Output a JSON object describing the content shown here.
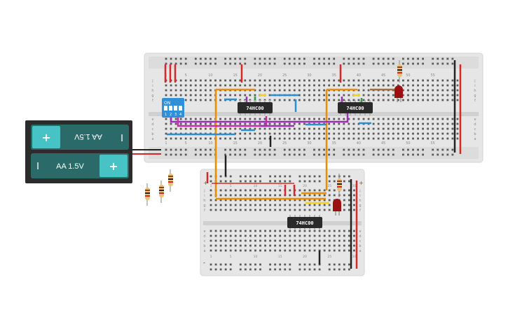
{
  "main_breadboard": {
    "column_numbers": [
      "1",
      "5",
      "10",
      "15",
      "20",
      "25",
      "30",
      "35",
      "40",
      "45",
      "50",
      "55"
    ],
    "row_letters_top": [
      "j",
      "i",
      "h",
      "g",
      "f"
    ],
    "row_letters_bottom": [
      "e",
      "d",
      "c",
      "b",
      "a"
    ]
  },
  "small_breadboard": {
    "column_numbers": [
      "1",
      "5",
      "10",
      "15",
      "20",
      "25",
      "30"
    ],
    "row_letters_top": [
      "j",
      "i",
      "h",
      "g",
      "f"
    ],
    "row_letters_bottom": [
      "e",
      "d",
      "c",
      "b",
      "a"
    ]
  },
  "chips": [
    {
      "label": "74HC00"
    },
    {
      "label": "74HC00"
    },
    {
      "label": "74HC00"
    }
  ],
  "dip_switch": {
    "label": "ON",
    "positions": [
      "1",
      "2",
      "3",
      "4"
    ]
  },
  "battery": {
    "cell_top_label": "AA 1.5V",
    "cell_bottom_label": "AA 1.5V",
    "plus_symbol": "+",
    "minus_symbol": "I"
  },
  "rail_signs": {
    "plus": "+",
    "minus": "-"
  },
  "colors": {
    "wire_red": "#d62828",
    "wire_black": "#222222",
    "wire_orange": "#f08c00",
    "wire_blue": "#2b8fd6",
    "wire_purple": "#9b2fb8",
    "wire_yellow": "#f2d21b",
    "wire_brown": "#a0703c",
    "led_red": "#9b1111",
    "chip": "#2a2a2a",
    "dip": "#2f8fd8",
    "battery_case": "#2c2c2c",
    "battery_cell": "#2a6b6a",
    "battery_cap": "#47c3c5"
  }
}
